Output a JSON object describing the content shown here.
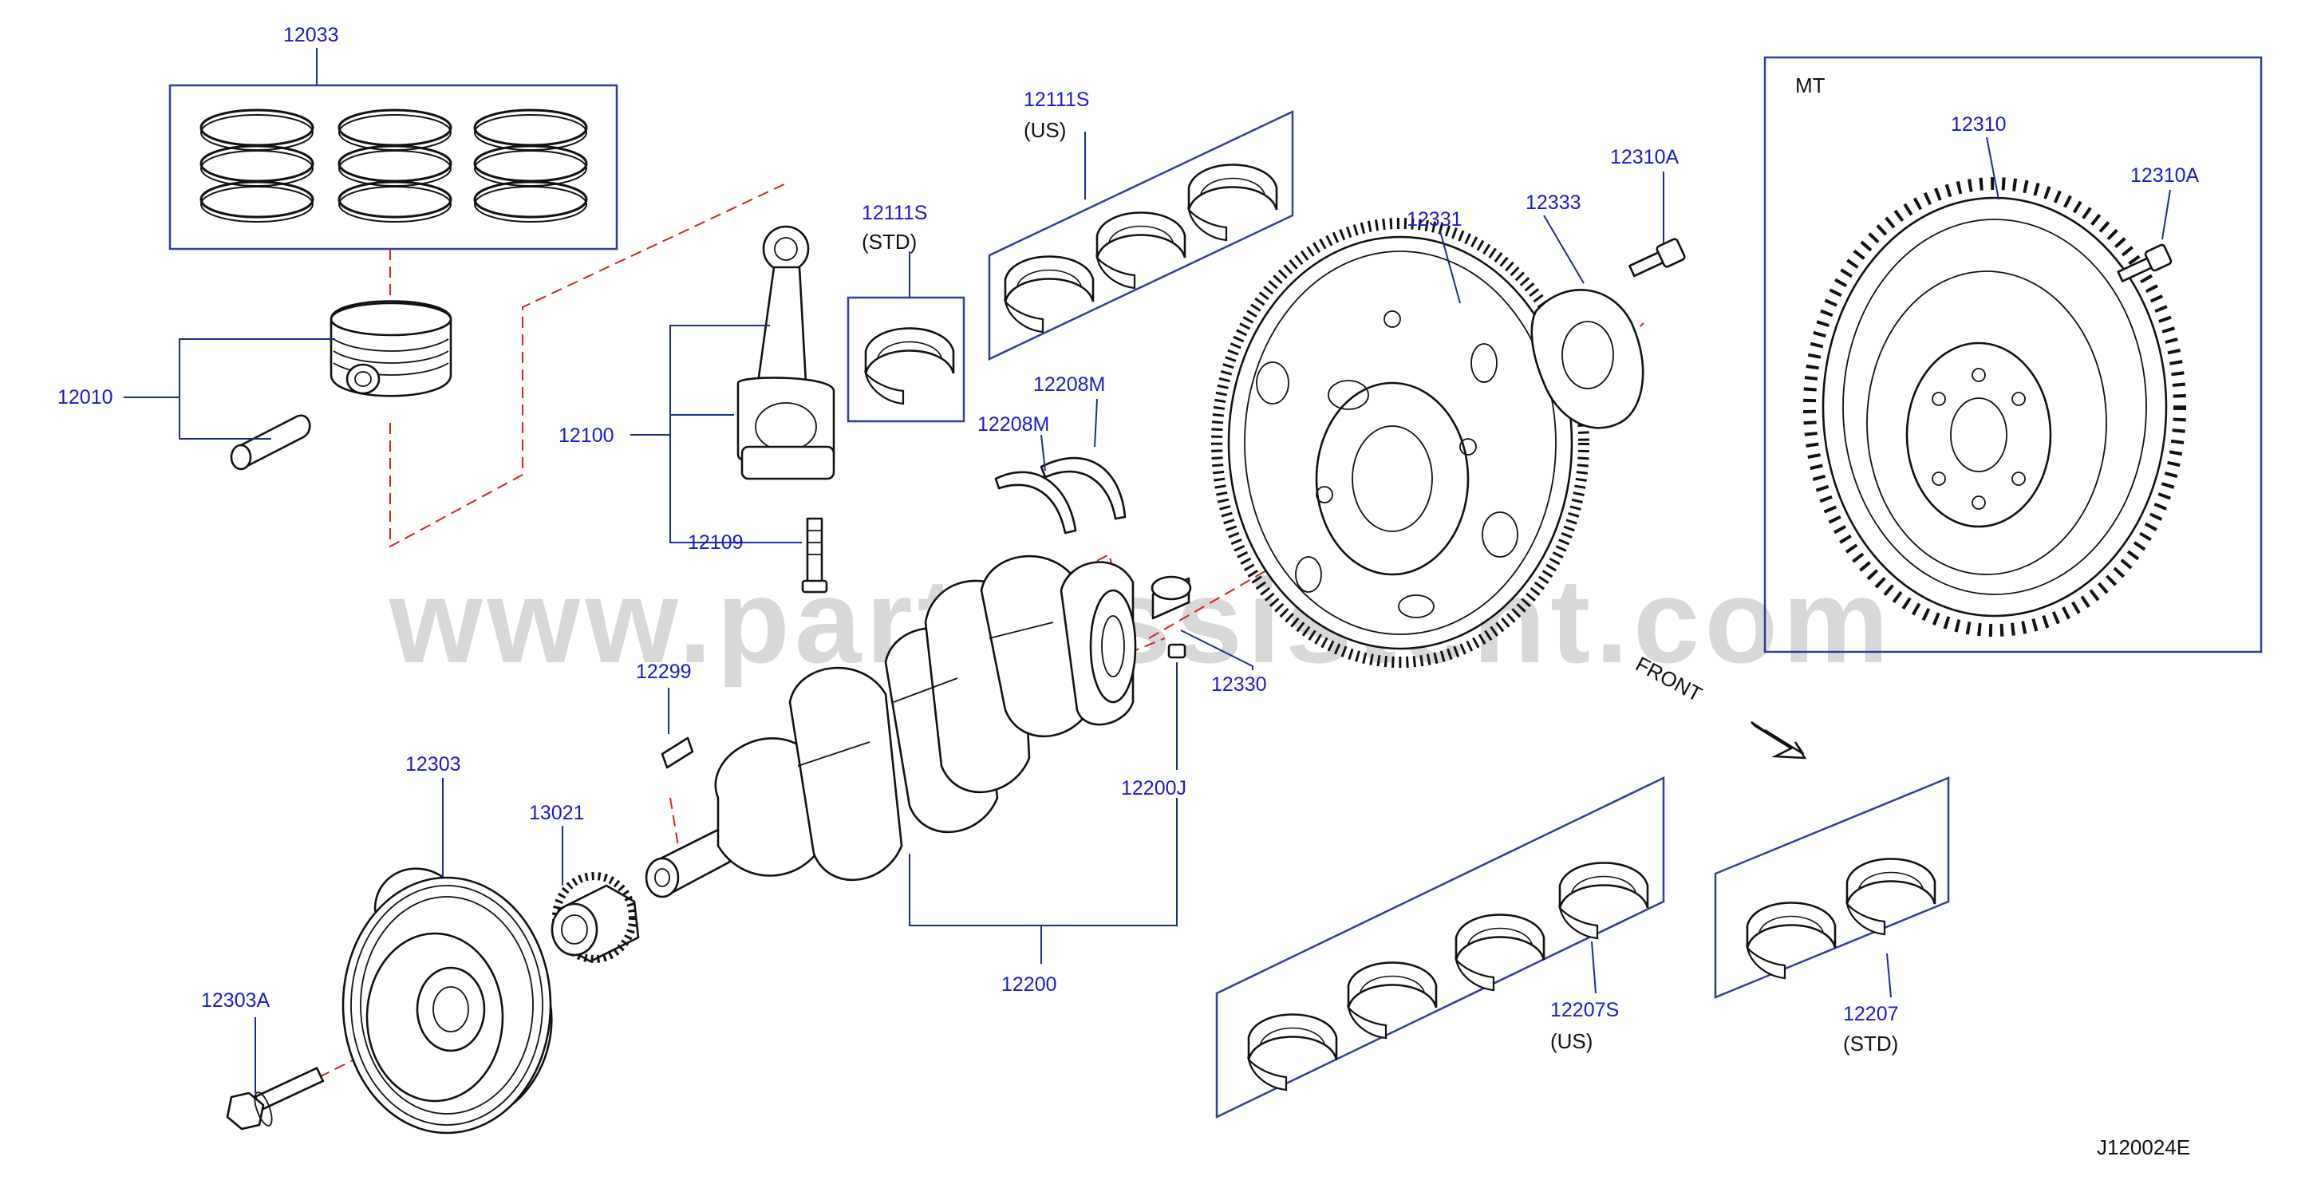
{
  "diagram_code": "J120024E",
  "watermark": "www.partsassistent.com",
  "front_label": "FRONT",
  "mt_label": "MT",
  "part_labels": {
    "p12033": "12033",
    "p12010": "12010",
    "p12100": "12100",
    "p12109": "12109",
    "p12111s_us": "12111S",
    "p12111s_us_note": "(US)",
    "p12111s_std": "12111S",
    "p12111s_std_note": "(STD)",
    "p12208m_a": "12208M",
    "p12208m_b": "12208M",
    "p12331": "12331",
    "p12333": "12333",
    "p12310a": "12310A",
    "p12310_mt": "12310",
    "p12310a_mt": "12310A",
    "p12330": "12330",
    "p12200j": "12200J",
    "p12299": "12299",
    "p12303": "12303",
    "p13021": "13021",
    "p12303a": "12303A",
    "p12200": "12200",
    "p12207s": "12207S",
    "p12207s_note": "(US)",
    "p12207": "12207",
    "p12207_note": "(STD)"
  },
  "colors": {
    "label_blue": "#1a1acd",
    "leader_blue": "#1d2c8a",
    "center_line_red": "#d62020",
    "outline_black": "#111111"
  }
}
